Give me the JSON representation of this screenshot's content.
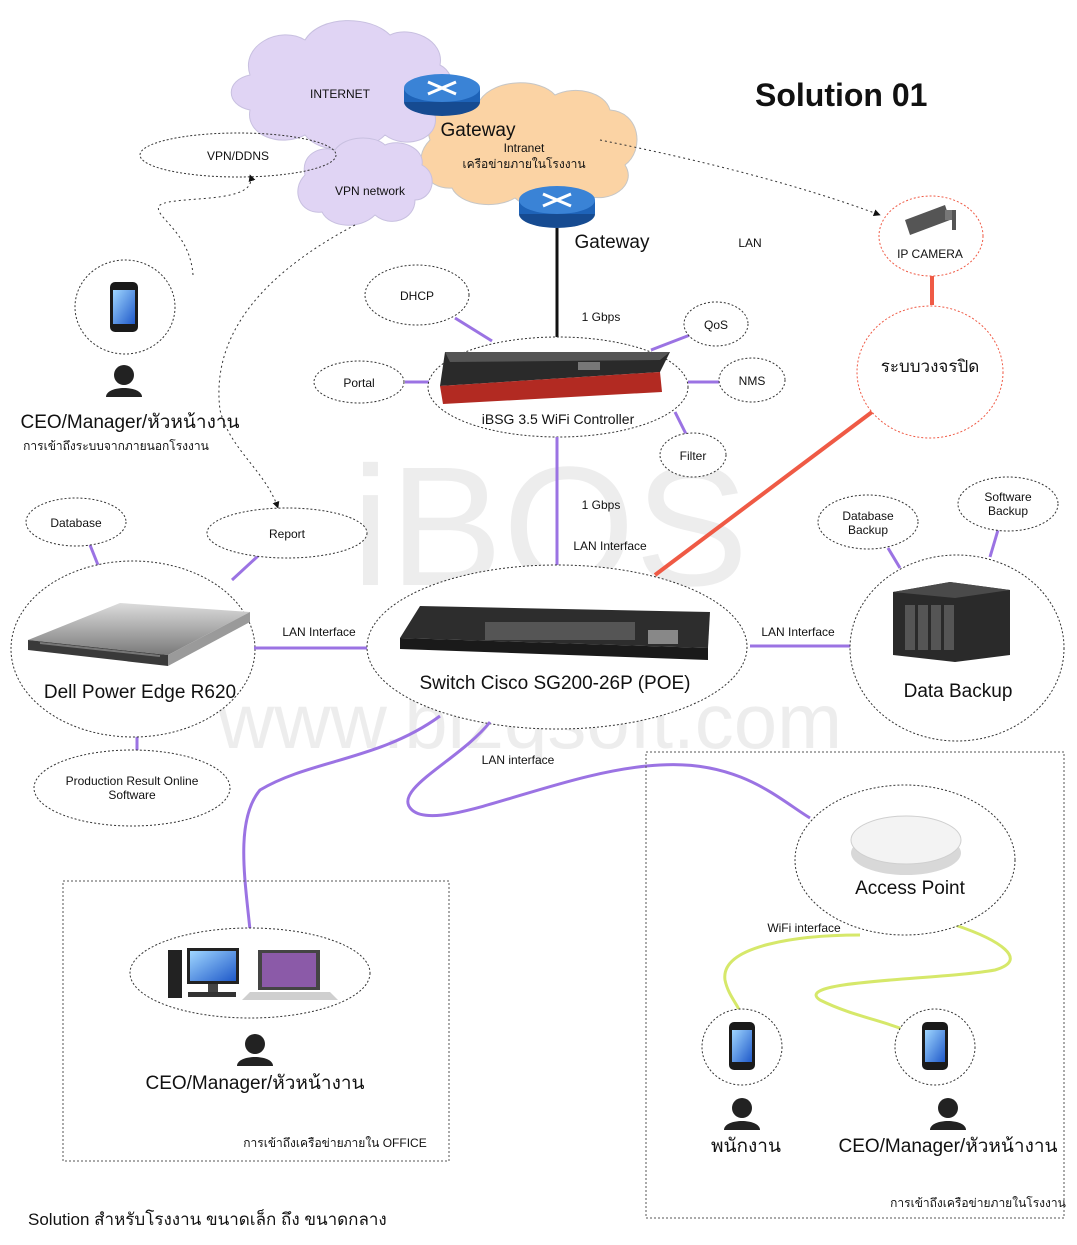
{
  "title": "Solution  01",
  "watermark": {
    "line1": "iBQS",
    "line2": "www.bizqsoft.com"
  },
  "footer": "Solution สำหรับโรงงาน ขนาดเล็ก ถึง ขนาดกลาง",
  "cloud": {
    "internet": "INTERNET",
    "gateway_top": "Gateway",
    "intranet": "Intranet",
    "intranet_th": "เครือข่ายภายในโรงงาน",
    "vpn_network": "VPN network",
    "vpn_ddns": "VPN/DDNS"
  },
  "gateway_bottom": "Gateway",
  "lan_label": "LAN",
  "ip_camera": "IP CAMERA",
  "cctv": "ระบบวงจรปิด",
  "remote": {
    "role": "CEO/Manager/หัวหน้างาน",
    "note": "การเข้าถึงระบบจากภายนอกโรงงาน"
  },
  "controller": {
    "name": "iBSG 3.5 WiFi Controller",
    "uplink": "1 Gbps",
    "downlink": "1 Gbps",
    "lan_interface": "LAN Interface",
    "services": {
      "dhcp": "DHCP",
      "qos": "QoS",
      "portal": "Portal",
      "nms": "NMS",
      "filter": "Filter"
    }
  },
  "server": {
    "name": "Dell Power Edge R620",
    "database": "Database",
    "report": "Report",
    "lan_interface": "LAN Interface",
    "production_line1": "Production Result Online",
    "production_line2": "Software"
  },
  "switch": {
    "name": "Switch Cisco SG200-26P (POE)",
    "lan_interface_down": "LAN interface"
  },
  "backup": {
    "name": "Data Backup",
    "lan_interface": "LAN Interface",
    "db_line1": "Database",
    "db_line2": "Backup",
    "sw_line1": "Software",
    "sw_line2": "Backup"
  },
  "office": {
    "role": "CEO/Manager/หัวหน้างาน",
    "note": "การเข้าถึงเครือข่ายภายใน OFFICE"
  },
  "factory": {
    "access_point": "Access Point",
    "wifi_interface": "WiFi interface",
    "staff": "พนักงาน",
    "manager": "CEO/Manager/หัวหน้างาน",
    "note": "การเข้าถึงเครือข่ายภายในโรงงาน"
  },
  "colors": {
    "lan_line": "#9b73e3",
    "cctv_line": "#ef5a45",
    "wifi_line": "#d6e86a",
    "cloud_purple": "#e0d4f4",
    "cloud_orange": "#fbd3a4",
    "router_blue": "#1e63b8"
  }
}
